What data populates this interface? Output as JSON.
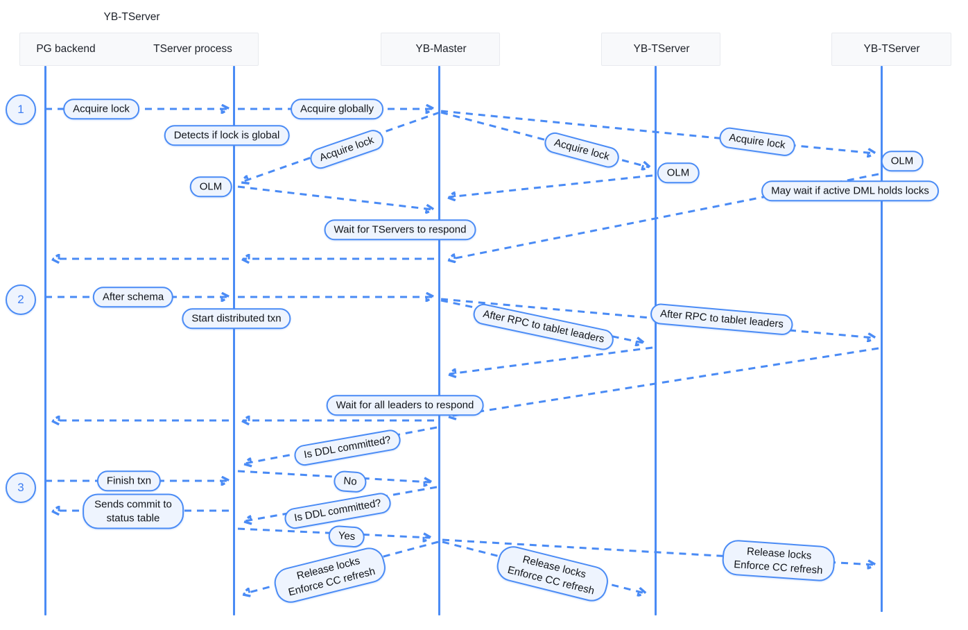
{
  "diagram": {
    "group_label": "YB-TServer",
    "participants": [
      {
        "id": "pg-backend",
        "label": "PG backend"
      },
      {
        "id": "tserver-process",
        "label": "TServer process"
      },
      {
        "id": "yb-master",
        "label": "YB-Master"
      },
      {
        "id": "yb-tserver-2",
        "label": "YB-TServer"
      },
      {
        "id": "yb-tserver-3",
        "label": "YB-TServer"
      }
    ],
    "steps": [
      "1",
      "2",
      "3"
    ],
    "messages": {
      "acquire_lock": "Acquire lock",
      "acquire_globally": "Acquire globally",
      "detects_global": "Detects if lock is global",
      "olm": "OLM",
      "may_wait": "May wait if active DML holds locks",
      "wait_tservers": "Wait for TServers to respond",
      "after_schema": "After schema",
      "start_txn": "Start distributed txn",
      "after_rpc": "After RPC to tablet leaders",
      "wait_leaders": "Wait for all leaders to respond",
      "is_ddl_committed": "Is DDL committed?",
      "no": "No",
      "finish_txn": "Finish txn",
      "sends_commit_line1": "Sends commit to",
      "sends_commit_line2": "status table",
      "yes": "Yes",
      "release_line1": "Release locks",
      "release_line2": "Enforce CC refresh"
    },
    "colors": {
      "accent": "#4a8bf5",
      "pill_fill": "#eef4fe",
      "header_fill": "#f8f9fb",
      "text": "#15181e"
    }
  }
}
